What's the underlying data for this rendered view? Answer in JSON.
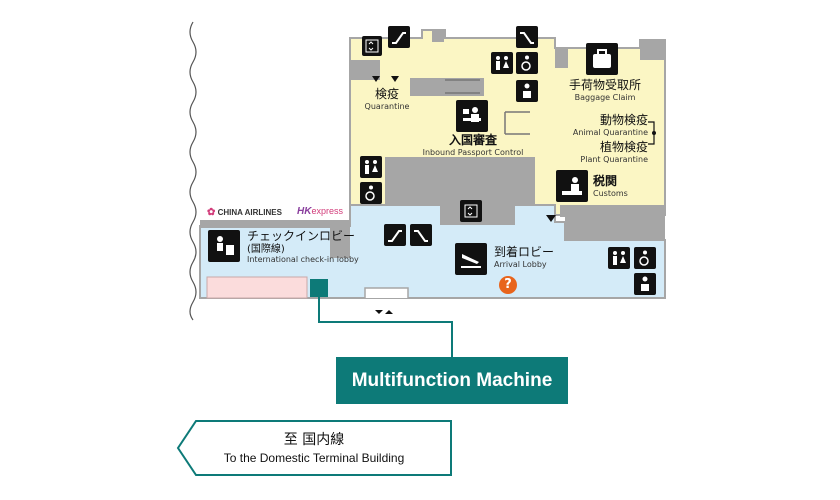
{
  "colors": {
    "restricted_area": "#fbf6c4",
    "public_area": "#d4ebf8",
    "walls": "#a6a6a6",
    "counters": "#fbdcdc",
    "accent_teal": "#0d7a78",
    "help_orange": "#e8641c"
  },
  "areas": {
    "quarantine": {
      "jp": "検疫",
      "en": "Quarantine"
    },
    "passport_control": {
      "jp": "入国審査",
      "en": "Inbound Passport Control"
    },
    "baggage_claim": {
      "jp": "手荷物受取所",
      "en": "Baggage Claim"
    },
    "animal_quarantine": {
      "jp": "動物検疫",
      "en": "Animal Quarantine"
    },
    "plant_quarantine": {
      "jp": "植物検疫",
      "en": "Plant Quarantine"
    },
    "customs": {
      "jp": "税関",
      "en": "Customs"
    },
    "checkin_lobby": {
      "jp": "チェックインロビー",
      "jp_sub": "(国際線)",
      "en": "International check-in lobby"
    },
    "arrival_lobby": {
      "jp": "到着ロビー",
      "en": "Arrival Lobby"
    }
  },
  "airlines": {
    "china_airlines": "CHINA AIRLINES",
    "hk_prefix": "HK",
    "hk_express": "express"
  },
  "callout": {
    "label": "Multifunction Machine"
  },
  "direction_sign": {
    "jp": "至 国内線",
    "en": "To the Domestic Terminal Building"
  },
  "help_marker": "?",
  "icons": [
    "elevator-icon",
    "escalator-icon",
    "restroom-icon",
    "wheelchair-icon",
    "nursing-room-icon",
    "baggage-icon",
    "passport-control-icon",
    "customs-icon",
    "checkin-icon",
    "arrival-plane-icon",
    "help-icon"
  ]
}
